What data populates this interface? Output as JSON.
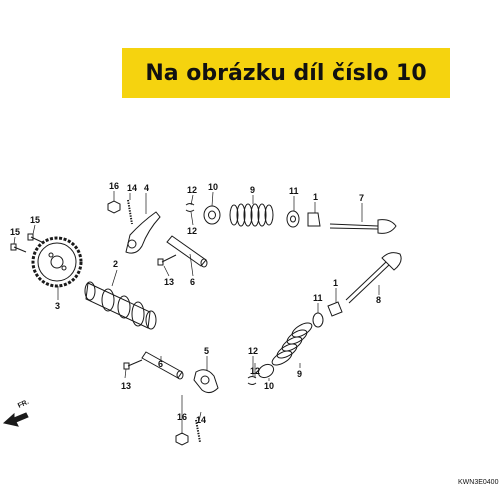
{
  "banner": {
    "text": "Na obrázku díl číslo 10"
  },
  "diagram": {
    "code": "KWN3E0400",
    "direction_label": "FR.",
    "callouts": [
      "16",
      "14",
      "4",
      "12",
      "10",
      "9",
      "11",
      "1",
      "7",
      "12",
      "15",
      "15",
      "2",
      "13",
      "6",
      "3",
      "8",
      "11",
      "1",
      "5",
      "12",
      "9",
      "13",
      "6",
      "12",
      "10",
      "16",
      "14"
    ]
  },
  "colors": {
    "banner": "#f5d30f",
    "line": "#1a1a1a"
  }
}
